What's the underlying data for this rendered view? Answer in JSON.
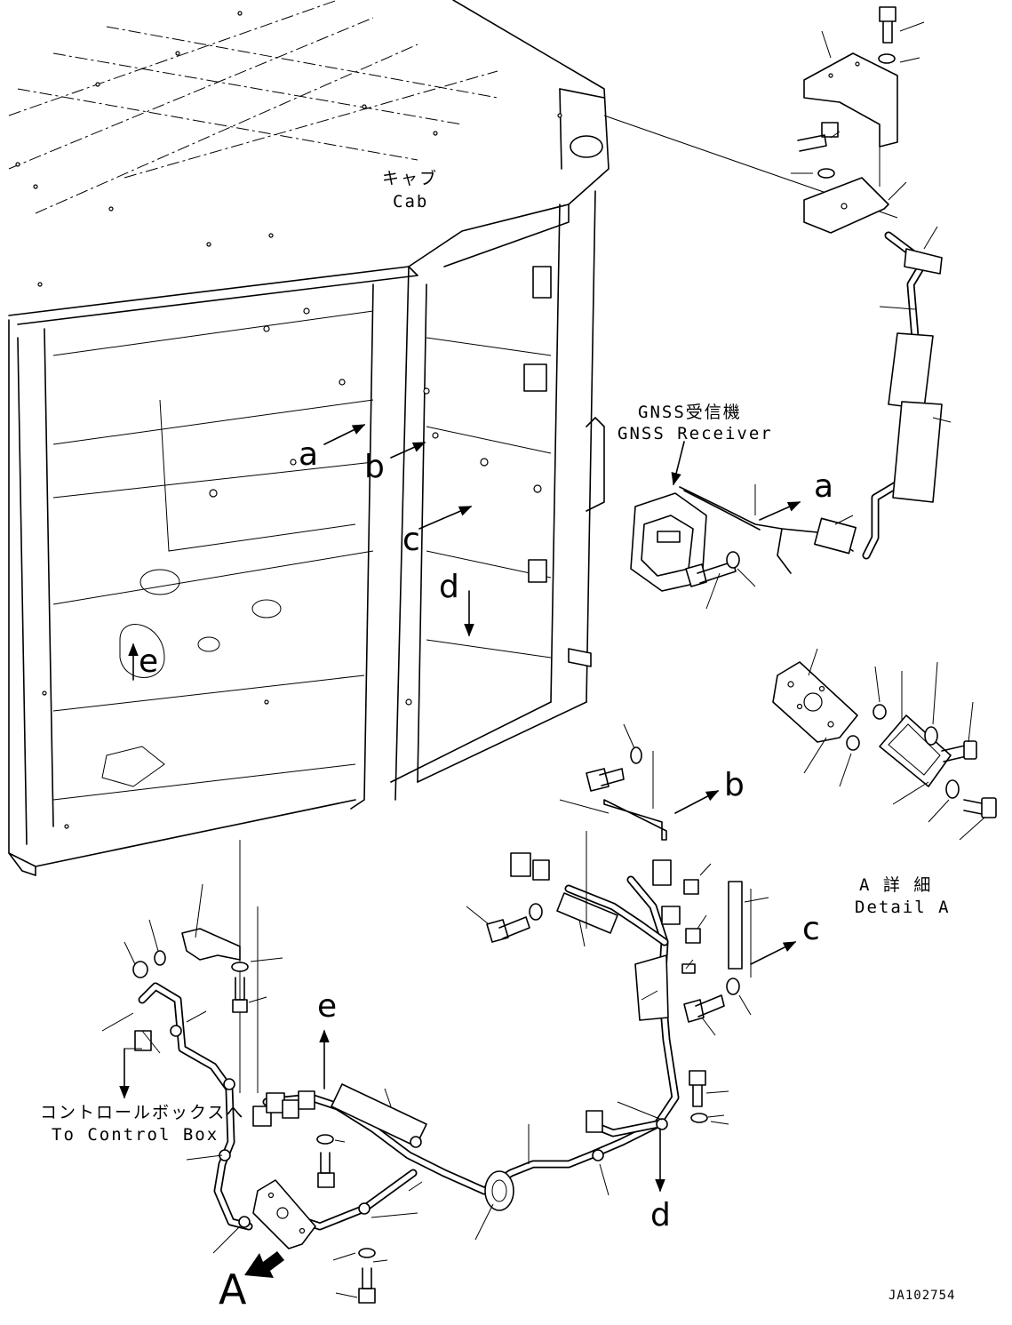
{
  "labels": {
    "cab_jp": "キャブ",
    "cab_en": "Cab",
    "gnss_jp": "GNSS受信機",
    "gnss_en": "GNSS Receiver",
    "detail_jp": "A 詳 細",
    "detail_en": "Detail A",
    "control_box_jp": "コントロールボックスへ",
    "control_box_en": "To Control Box",
    "view_a": "A",
    "drawing_no": "JA102754"
  },
  "ref_letters": {
    "a": "a",
    "b": "b",
    "c": "c",
    "d": "d",
    "e": "e"
  }
}
